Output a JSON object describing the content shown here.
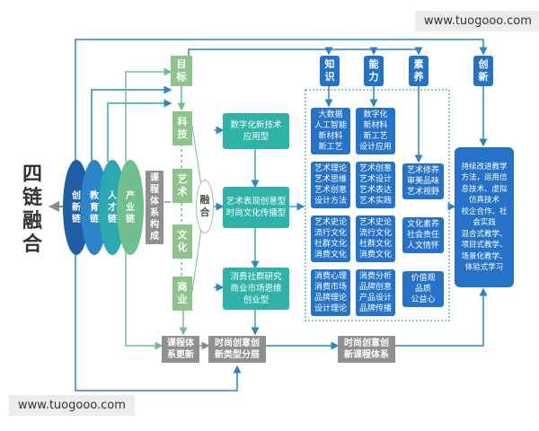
{
  "watermarks": {
    "top": "www.tuogooo.com",
    "bottom": "www.tuogooo.com"
  },
  "four_chain": "四\n链\n融\n合",
  "chains": [
    {
      "label": "创\n新\n链",
      "color": "#1e5fa5"
    },
    {
      "label": "教\n育\n链",
      "color": "#2a86c8"
    },
    {
      "label": "人\n才\n链",
      "color": "#2ba8b0"
    },
    {
      "label": "产\n业\n链",
      "color": "#6fbf8f"
    }
  ],
  "course_system": "课\n程\n体\n系\n构\n成",
  "goal": "目\n标",
  "subjects": [
    "科\n技",
    "艺\n术",
    "文\n化",
    "商\n业"
  ],
  "fusion": "融\n合",
  "types": [
    "数字化新技术\n应用型",
    "艺术表现创意型\n时尚文化传播型",
    "消费社群研究\n商业市场思维\n创业型"
  ],
  "headers": [
    "知\n识",
    "能\n力",
    "素\n养",
    "创\n新"
  ],
  "grid": [
    [
      "大数据\n人工智能\n新材料\n新工艺",
      "数字化\n新材料\n新工艺\n设计应用"
    ],
    [
      "艺术理论\n艺术思维\n艺术创意\n设计方法",
      "艺术创意\n艺术设计\n艺术表达\n艺术实践",
      "艺术修养\n审美品味\n艺术视野"
    ],
    [
      "艺术史论\n流行文化\n社群文化\n消费文化",
      "艺术史论\n流行文化\n社群文化\n消费文化",
      "文化素养\n社会责任\n人文情怀"
    ],
    [
      "消费心理\n消费市场\n品牌理论\n设计理论",
      "消费分析\n品牌创意\n产品设计\n品牌传播",
      "价值观\n品质\n公益心"
    ]
  ],
  "innovation": "持续改进教学\n方法，运用信\n息技术、虚拟\n仿真技术\n校企合作、社\n会实践\n混合式教学、\n项目式教学、\n场景化教学、\n体验式学习",
  "bottom_boxes": [
    "课程体\n系更新",
    "时尚创意创\n新类型分层",
    "时尚创意创\n新课程体系"
  ]
}
